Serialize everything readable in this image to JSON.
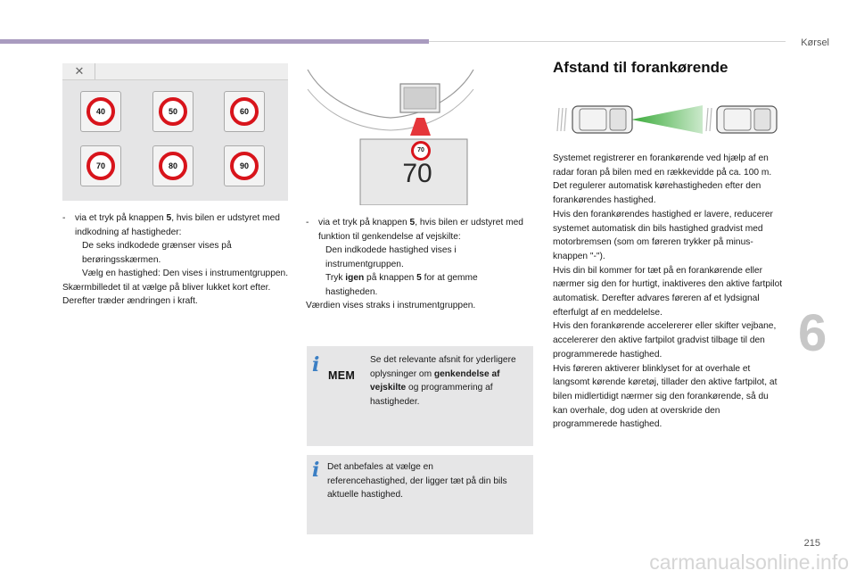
{
  "header": {
    "section": "Kørsel"
  },
  "sign_panel": {
    "close_glyph": "✕",
    "signs": [
      "40",
      "50",
      "60",
      "70",
      "80",
      "90"
    ],
    "sign_color": "#d8141b"
  },
  "left_column": {
    "bullet_dash": "-",
    "check_glyph": "",
    "line1_pre": "via et tryk på knappen ",
    "line1_bold": "5",
    "line1_post": ", hvis bilen er udstyret med indkodning af hastigheder:",
    "sub1": "De seks indkodede grænser vises på berøringsskærmen.",
    "sub2": "Vælg en hastighed: Den vises i instrumentgruppen.",
    "para1": "Skærmbilledet til at vælge på bliver lukket kort efter.",
    "para2": "Derefter træder ændringen i kraft."
  },
  "middle_illustration": {
    "small_sign": "70",
    "big_value": "70"
  },
  "middle_column": {
    "bullet_dash": "-",
    "check_glyph": "",
    "line1_pre": "via et tryk på knappen ",
    "line1_bold": "5",
    "line1_post": ", hvis bilen er udstyret med funktion til genkendelse af vejskilte:",
    "sub1": "Den indkodede hastighed vises i instrumentgruppen.",
    "sub2_pre": "Tryk ",
    "sub2_bold1": "igen",
    "sub2_mid": " på knappen ",
    "sub2_bold2": "5",
    "sub2_post": " for at gemme hastigheden.",
    "para1": "Værdien vises straks i instrumentgruppen."
  },
  "info_mem": {
    "icon": "i",
    "badge": "MEM",
    "text_pre": "Se det relevante afsnit for yderligere oplysninger om ",
    "text_bold": "genkendelse af vejskilte",
    "text_post": " og programmering af hastigheder."
  },
  "info_recommend": {
    "icon": "i",
    "text": "Det anbefales at vælge en referencehastighed, der ligger tæt på din bils aktuelle hastighed."
  },
  "right_column": {
    "heading": "Afstand til forankørende",
    "paragraphs": [
      "Systemet registrerer en forankørende ved hjælp af en radar foran på bilen med en rækkevidde på ca. 100 m.",
      "Det regulerer automatisk kørehastigheden efter den forankørendes hastighed.",
      "Hvis den forankørendes hastighed er lavere, reducerer systemet automatisk din bils hastighed gradvist med motorbremsen (som om føreren trykker på minus-knappen \"-\").",
      "Hvis din bil kommer for tæt på en forankørende eller nærmer sig den for hurtigt, inaktiveres den aktive fartpilot automatisk. Derefter advares føreren af et lydsignal efterfulgt af en meddelelse.",
      "Hvis den forankørende accelererer eller skifter vejbane, accelererer den aktive fartpilot gradvist tilbage til den programmerede hastighed.",
      "Hvis føreren aktiverer blinklyset for at overhale et langsomt kørende køretøj, tillader den aktive fartpilot, at bilen midlertidigt nærmer sig den forankørende, så du kan overhale, dog uden at overskride den programmerede hastighed."
    ],
    "radar_color": "#2fa62f"
  },
  "chapter_number": "6",
  "page_number": "215",
  "watermark": "carmanualsonline.info"
}
